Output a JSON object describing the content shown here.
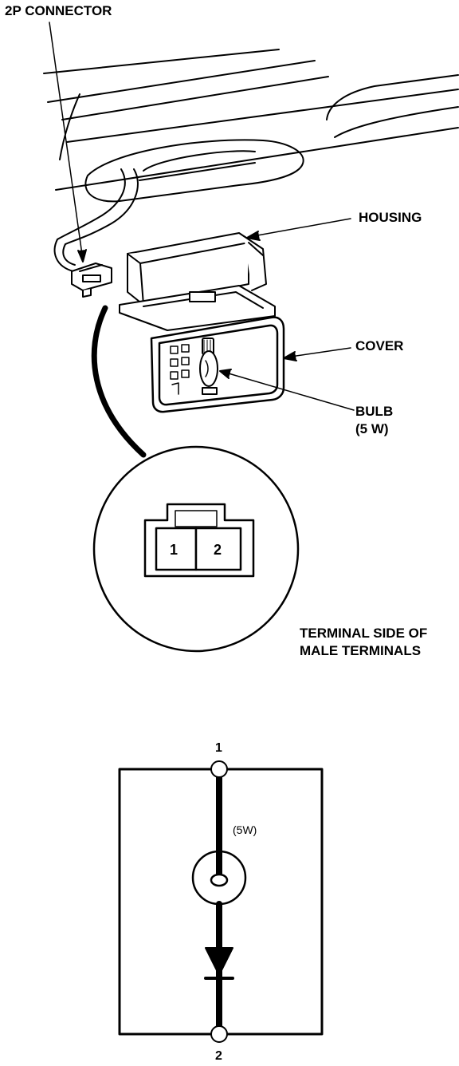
{
  "labels": {
    "connector": "2P CONNECTOR",
    "housing": "HOUSING",
    "cover": "COVER",
    "bulb_line1": "BULB",
    "bulb_line2": "(5 W)",
    "terminal_line1": "TERMINAL SIDE OF",
    "terminal_line2": "MALE TERMINALS",
    "pin1": "1",
    "pin2": "2"
  },
  "schematic": {
    "top_terminal": "1",
    "bottom_terminal": "2",
    "bulb_rating": "(5W)"
  }
}
